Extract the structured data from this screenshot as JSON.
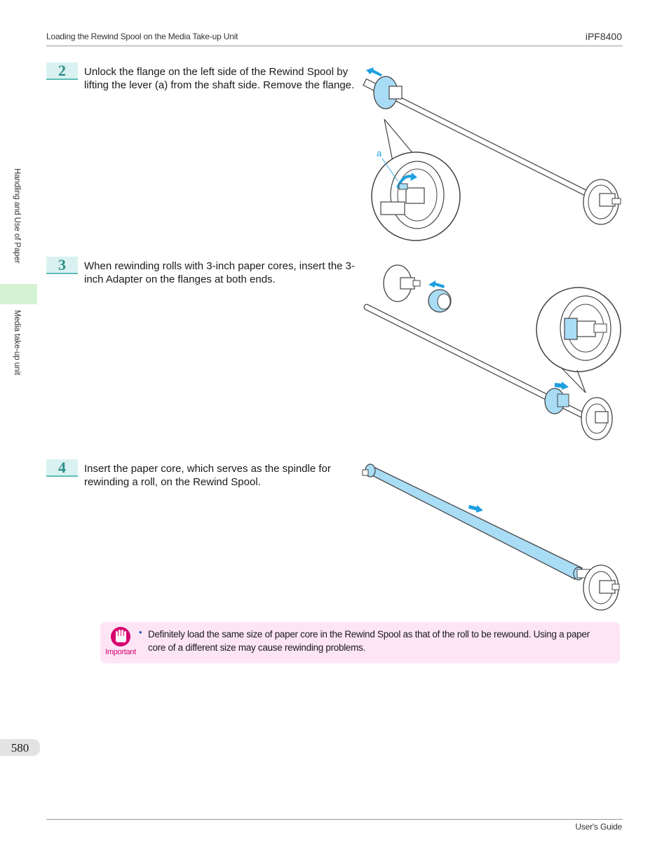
{
  "header": {
    "title": "Loading the Rewind Spool on the Media Take-up Unit",
    "model": "iPF8400"
  },
  "side_nav": {
    "section": "Handling and Use of Paper",
    "subsection": "Media take-up unit"
  },
  "steps": [
    {
      "number": "2",
      "text": "Unlock the flange on the left side of the Rewind Spool by lifting the lever (a) from the shaft side. Remove the flange.",
      "figure_callout": "a"
    },
    {
      "number": "3",
      "text": "When rewinding rolls with 3-inch paper cores, insert the 3-inch Adapter on the flanges at both ends."
    },
    {
      "number": "4",
      "text": "Insert the paper core, which serves as the spindle for rewinding a roll, on the Rewind Spool."
    }
  ],
  "important_note": {
    "label": "Important",
    "bullet": "•",
    "text": "Definitely load the same size of paper core in the Rewind Spool as that of the roll to be rewound. Using a paper core of a different size may cause rewinding problems."
  },
  "page_number": "580",
  "footer": "User's Guide",
  "colors": {
    "accent_cyan": "#1ea0e0",
    "part_blue": "#a9dcf5",
    "step_bg": "#d9f2f1",
    "side_tab": "#d5f3d3",
    "important_pink": "#d6006f",
    "note_bg": "#fde5f6"
  },
  "icons": [
    "raised-hand-icon",
    "arrow-icon"
  ]
}
